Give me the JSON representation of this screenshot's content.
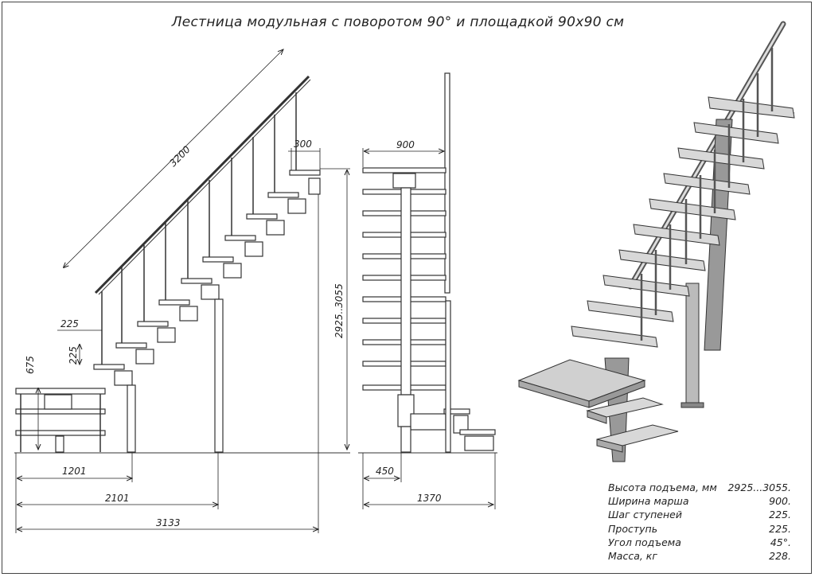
{
  "title": "Лестница модульная с поворотом 90° и площадкой 90х90 см",
  "dimensions": {
    "rail_length": "3200",
    "top_step": "300",
    "tread_depth": "225",
    "riser_height": "225",
    "landing_height": "675",
    "total_height": "2925..3055",
    "width_front": "900",
    "d1201": "1201",
    "d2101": "2101",
    "d3133": "3133",
    "d450": "450",
    "d1370": "1370"
  },
  "specs": [
    {
      "label": "Высота подъема, мм",
      "value": "2925...3055."
    },
    {
      "label": "Ширина марша",
      "value": "900."
    },
    {
      "label": "Шаг ступеней",
      "value": "225."
    },
    {
      "label": "Проступь",
      "value": "225."
    },
    {
      "label": "Угол подъема",
      "value": "45°."
    },
    {
      "label": "Масса, кг",
      "value": "228."
    }
  ]
}
